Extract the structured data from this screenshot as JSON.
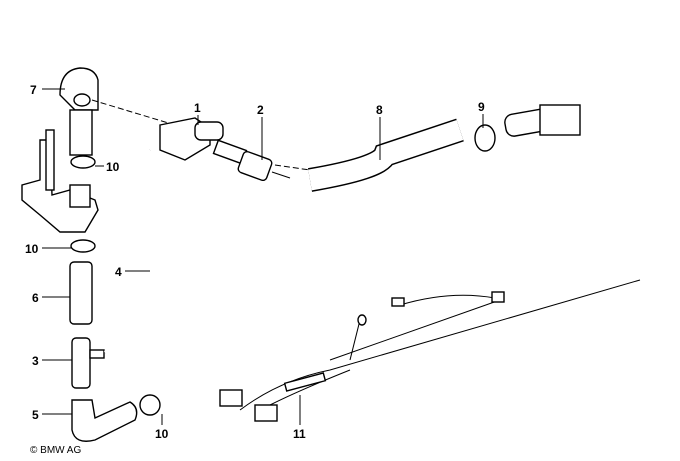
{
  "diagram": {
    "callouts": [
      {
        "id": "part-1",
        "label": "1"
      },
      {
        "id": "part-2",
        "label": "2"
      },
      {
        "id": "part-3",
        "label": "3"
      },
      {
        "id": "part-4",
        "label": "4"
      },
      {
        "id": "part-5",
        "label": "5"
      },
      {
        "id": "part-6",
        "label": "6"
      },
      {
        "id": "part-7",
        "label": "7"
      },
      {
        "id": "part-8",
        "label": "8"
      },
      {
        "id": "part-9",
        "label": "9"
      },
      {
        "id": "part-10a",
        "label": "10"
      },
      {
        "id": "part-10b",
        "label": "10"
      },
      {
        "id": "part-10c",
        "label": "10"
      },
      {
        "id": "part-11",
        "label": "11"
      }
    ],
    "copyright": "© BMW AG"
  }
}
